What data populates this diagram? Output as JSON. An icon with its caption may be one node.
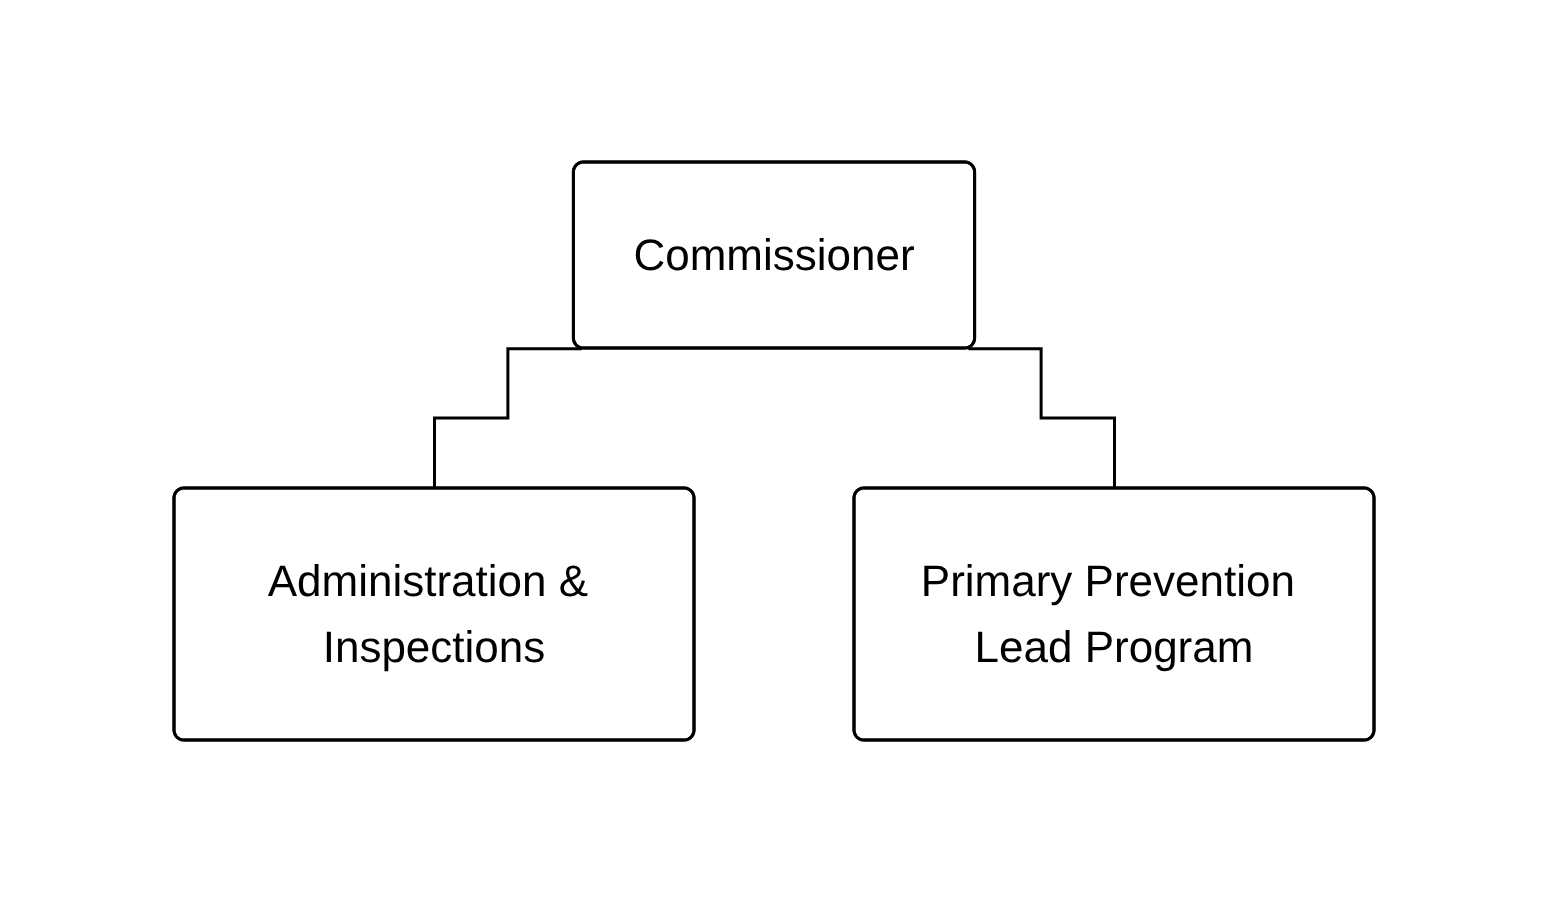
{
  "diagram": {
    "nodes": [
      {
        "text": [
          "Commissioner"
        ]
      },
      {
        "text": [
          "Administration & Inspections"
        ]
      },
      {
        "text": [
          "Primary Prevention Lead Program"
        ]
      }
    ],
    "edges": [
      {
        "from": 0,
        "to": 1,
        "arrow": "none"
      },
      {
        "from": 0,
        "to": 2,
        "arrow": "none"
      }
    ]
  }
}
